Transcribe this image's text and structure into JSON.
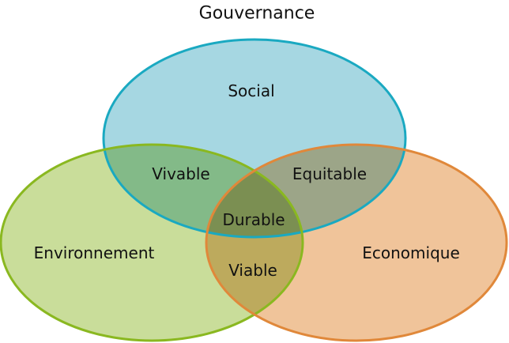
{
  "title": "Gouvernance",
  "sets": [
    {
      "name": "Social",
      "fill": "#a6d7e2",
      "stroke": "#1aa9c1"
    },
    {
      "name": "Environnement",
      "fill": "#c9dd9a",
      "stroke": "#8ab820"
    },
    {
      "name": "Economique",
      "fill": "#f0c49a",
      "stroke": "#e0883a"
    }
  ],
  "intersections": {
    "social_environnement": "Vivable",
    "social_economique": "Equitable",
    "environnement_economique": "Viable",
    "all": "Durable"
  }
}
